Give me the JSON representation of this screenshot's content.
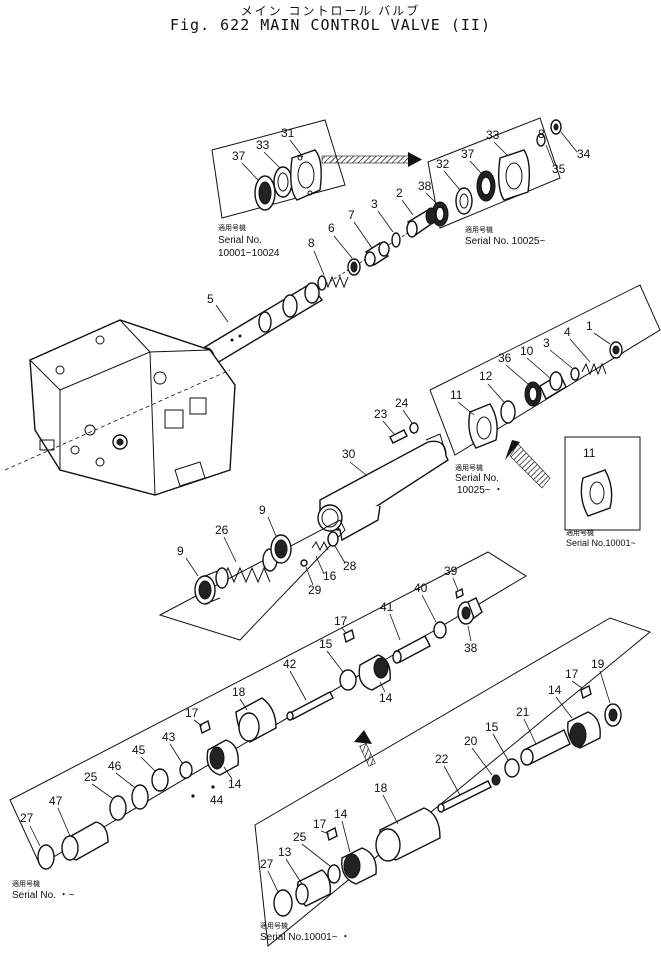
{
  "title": {
    "japanese": "メイン コントロール バルブ",
    "english": "Fig. 622 MAIN CONTROL VALVE (II)"
  },
  "serial_labels": {
    "top_left": {
      "jp": "適用号機",
      "serial": "Serial No.",
      "range": "10001~10024"
    },
    "top_right": {
      "jp": "適用号機",
      "serial": "Serial No. 10025~"
    },
    "mid_center": {
      "jp": "適用号機",
      "serial": "Serial No.",
      "range": "10025~ ・"
    },
    "mid_right": {
      "jp": "適用号機",
      "serial": "Serial No.10001~"
    },
    "bottom_left": {
      "jp": "適用号機",
      "serial": "Serial No. ・~"
    },
    "bottom_right": {
      "jp": "適用号機",
      "serial": "Serial No.10001~ ・"
    }
  },
  "part_numbers": {
    "p37a": "37",
    "p33a": "33",
    "p31": "31",
    "p33b": "33",
    "p37b": "37",
    "p32": "32",
    "p38a": "38",
    "p8a": "8",
    "p34": "34",
    "p35": "35",
    "p2": "2",
    "p3a": "3",
    "p7": "7",
    "p6": "6",
    "p8b": "8",
    "p5": "5",
    "p1": "1",
    "p4": "4",
    "p3b": "3",
    "p10": "10",
    "p36": "36",
    "p11a": "11",
    "p12": "12",
    "p24": "24",
    "p23": "23",
    "p30": "30",
    "p11b": "11",
    "p26": "26",
    "p9a": "9",
    "p9b": "9",
    "p16": "16",
    "p28": "28",
    "p29": "29",
    "p39": "39",
    "p40": "40",
    "p41": "41",
    "p38b": "38",
    "p17a": "17",
    "p15a": "15",
    "p14a": "14",
    "p42": "42",
    "p18a": "18",
    "p17b": "17",
    "p43": "43",
    "p45": "45",
    "p46": "46",
    "p25a": "25",
    "p47": "47",
    "p27a": "27",
    "p14b": "14",
    "p44": "44",
    "p17c": "17",
    "p19": "19",
    "p14c": "14",
    "p21": "21",
    "p15b": "15",
    "p20": "20",
    "p22": "22",
    "p18b": "18",
    "p17d": "17",
    "p14d": "14",
    "p25b": "25",
    "p13": "13",
    "p27b": "27"
  }
}
